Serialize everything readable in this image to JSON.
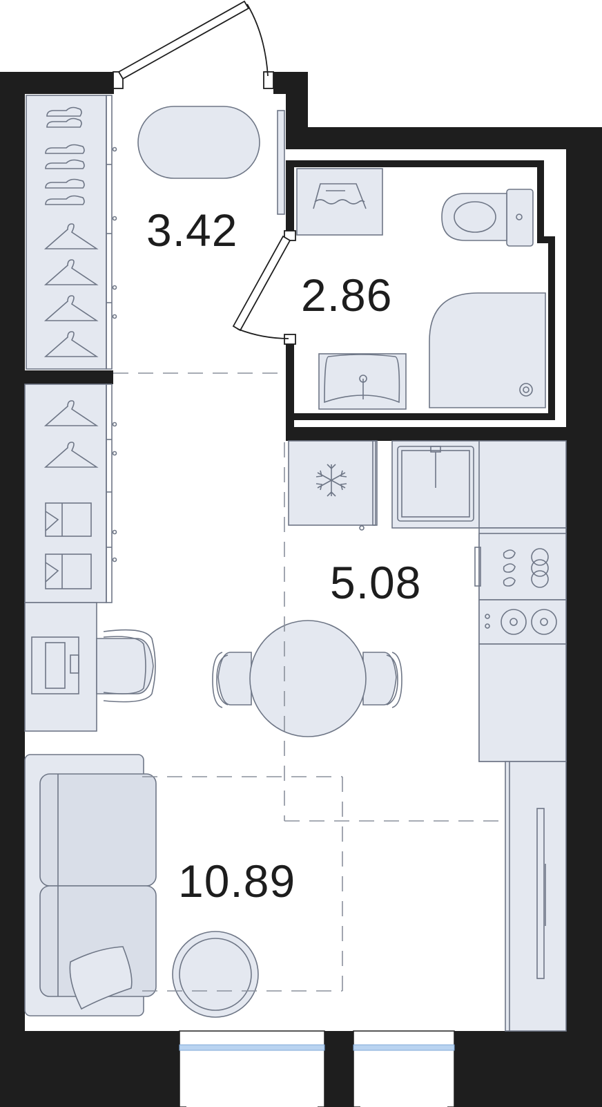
{
  "rooms": [
    {
      "id": "hall",
      "area": "3.42"
    },
    {
      "id": "bathroom",
      "area": "2.86"
    },
    {
      "id": "kitchen",
      "area": "5.08"
    },
    {
      "id": "living",
      "area": "10.89"
    }
  ],
  "colors": {
    "wall": "#1e1e1e",
    "furniture_fill": "#e4e8f0",
    "furniture_stroke": "#6e7686",
    "window_glass": "#b9d3f0"
  },
  "icons": [
    "snowflake-icon",
    "hanger-icon",
    "shoe-icon",
    "laptop-icon"
  ]
}
